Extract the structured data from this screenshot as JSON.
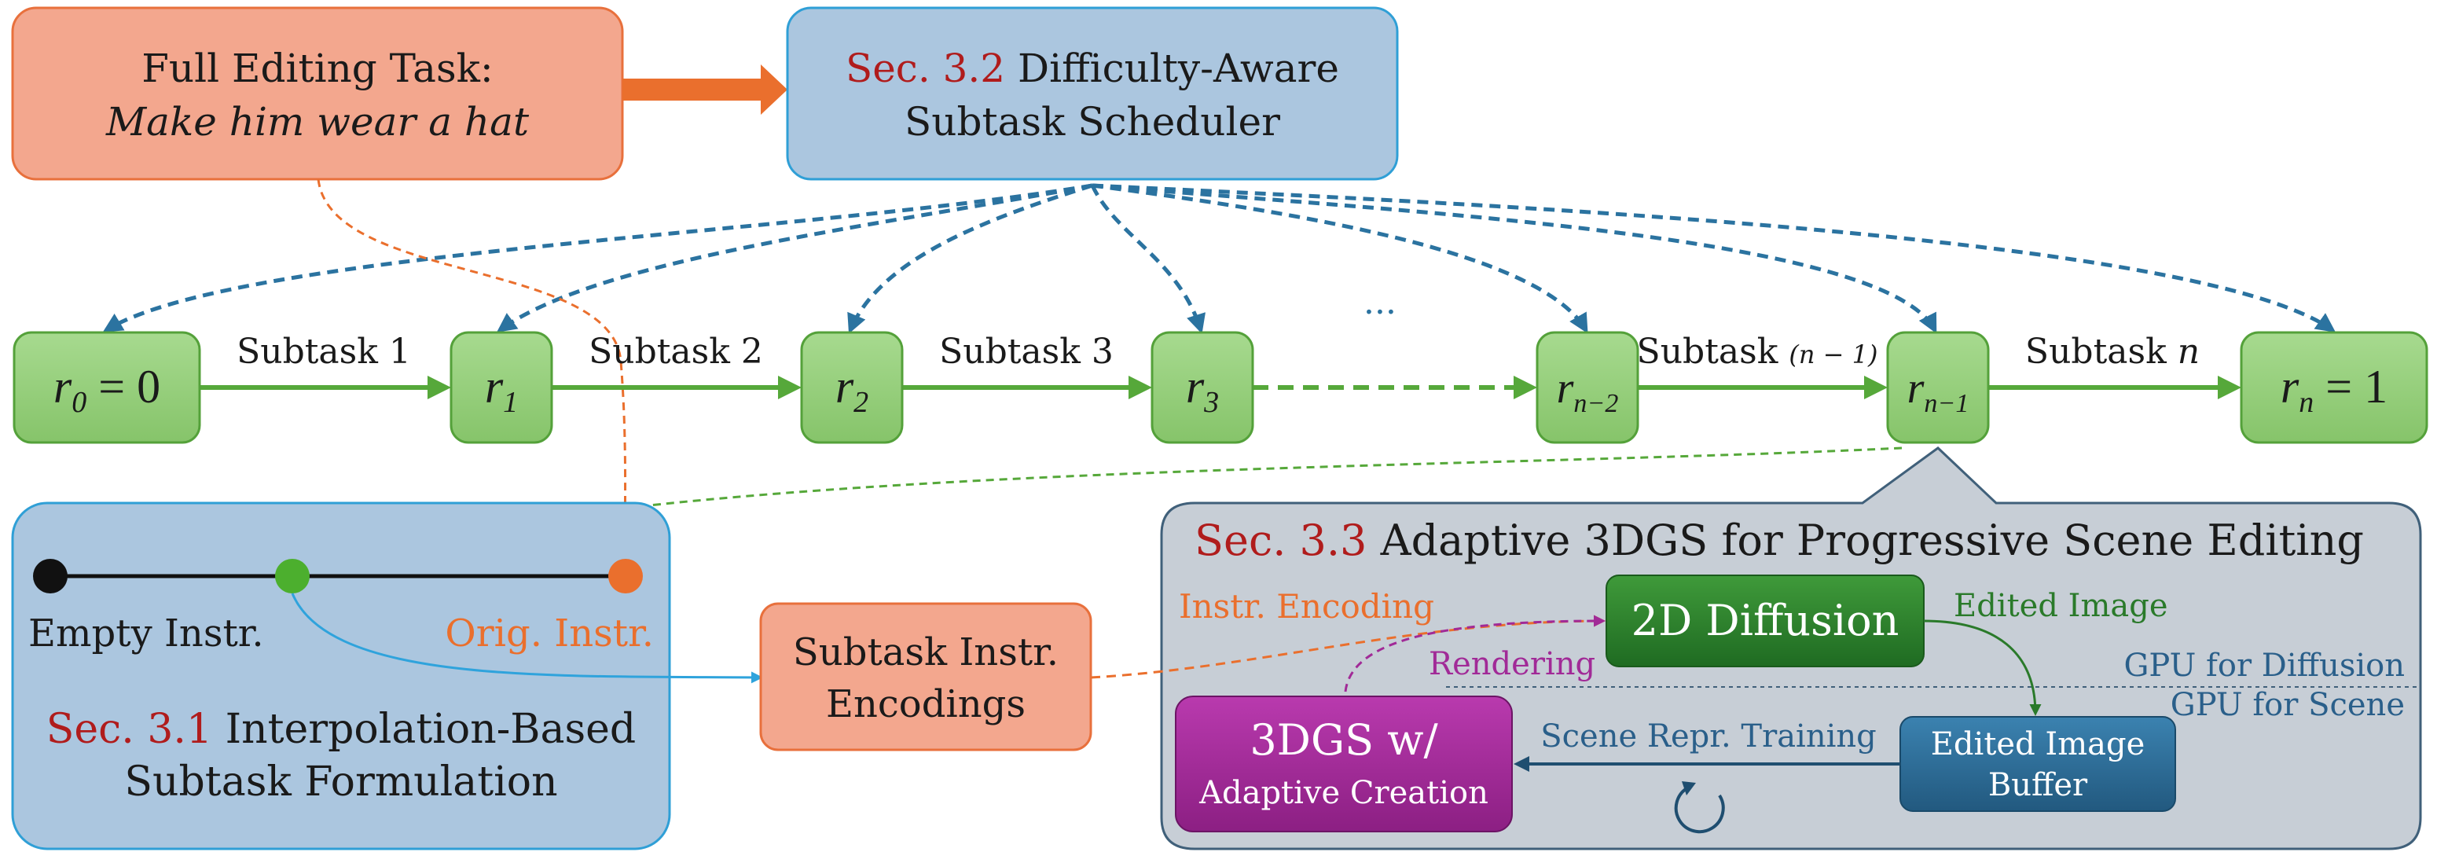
{
  "task": {
    "title": "Full Editing Task:",
    "instruction": "Make him wear a hat"
  },
  "scheduler": {
    "sec": "Sec. 3.2",
    "line1": "Difficulty-Aware",
    "line2": "Subtask Scheduler"
  },
  "chain": {
    "nodes": [
      {
        "name": "r0",
        "var": "r",
        "sub": "0",
        "suffix": " = 0"
      },
      {
        "name": "r1",
        "var": "r",
        "sub": "1",
        "suffix": ""
      },
      {
        "name": "r2",
        "var": "r",
        "sub": "2",
        "suffix": ""
      },
      {
        "name": "r3",
        "var": "r",
        "sub": "3",
        "suffix": ""
      },
      {
        "name": "r-n-minus-2",
        "var": "r",
        "sub": "n−2",
        "suffix": ""
      },
      {
        "name": "r-n-minus-1",
        "var": "r",
        "sub": "n−1",
        "suffix": ""
      },
      {
        "name": "rn",
        "var": "r",
        "sub": "n",
        "suffix": " = 1"
      }
    ],
    "subtask_labels": [
      "Subtask 1",
      "Subtask 2",
      "Subtask 3"
    ],
    "subtask_n_minus_1_word": "Subtask",
    "subtask_n_minus_1_index": "(n − 1)",
    "subtask_n_word": "Subtask",
    "subtask_n_index": "n",
    "ellipsis": "···"
  },
  "interp": {
    "empty_label": "Empty Instr.",
    "orig_label": "Orig. Instr.",
    "sec": "Sec. 3.1",
    "line1": "Interpolation-Based",
    "line2": "Subtask Formulation"
  },
  "encodings": {
    "line1": "Subtask Instr.",
    "line2": "Encodings"
  },
  "adaptive": {
    "sec": "Sec. 3.3",
    "title": "Adaptive 3DGS for Progressive Scene Editing",
    "instr_encoding": "Instr. Encoding",
    "diffusion": "2D Diffusion",
    "edited_image": "Edited Image",
    "gpu_diffusion": "GPU for Diffusion",
    "gpu_scene": "GPU for Scene",
    "rendering": "Rendering",
    "scene_training": "Scene Repr. Training",
    "threedgs_line1": "3DGS w/",
    "threedgs_line2": "Adaptive Creation",
    "buffer_line1": "Edited Image",
    "buffer_line2": "Buffer"
  },
  "colors": {
    "sec_red": "#b01c1c",
    "blue_box": "#abc6df",
    "blue_border": "#2f9fd6",
    "orange_box": "#f3a78e",
    "orange_border": "#e8703c",
    "orange_arrow": "#ea6f2d",
    "green_node": "#95d07a",
    "green_border": "#54a13a",
    "green_arrow": "#56a83a",
    "teal_dash": "#2b73a0",
    "gray_panel": "#c7ced6",
    "gray_border": "#40607a",
    "diffusion_green": "#2a7a2a",
    "magenta": "#a12a97",
    "buffer_blue": "#2e6f99",
    "text_dark": "#1a1a1a",
    "text_blue": "#2a5f8a"
  }
}
